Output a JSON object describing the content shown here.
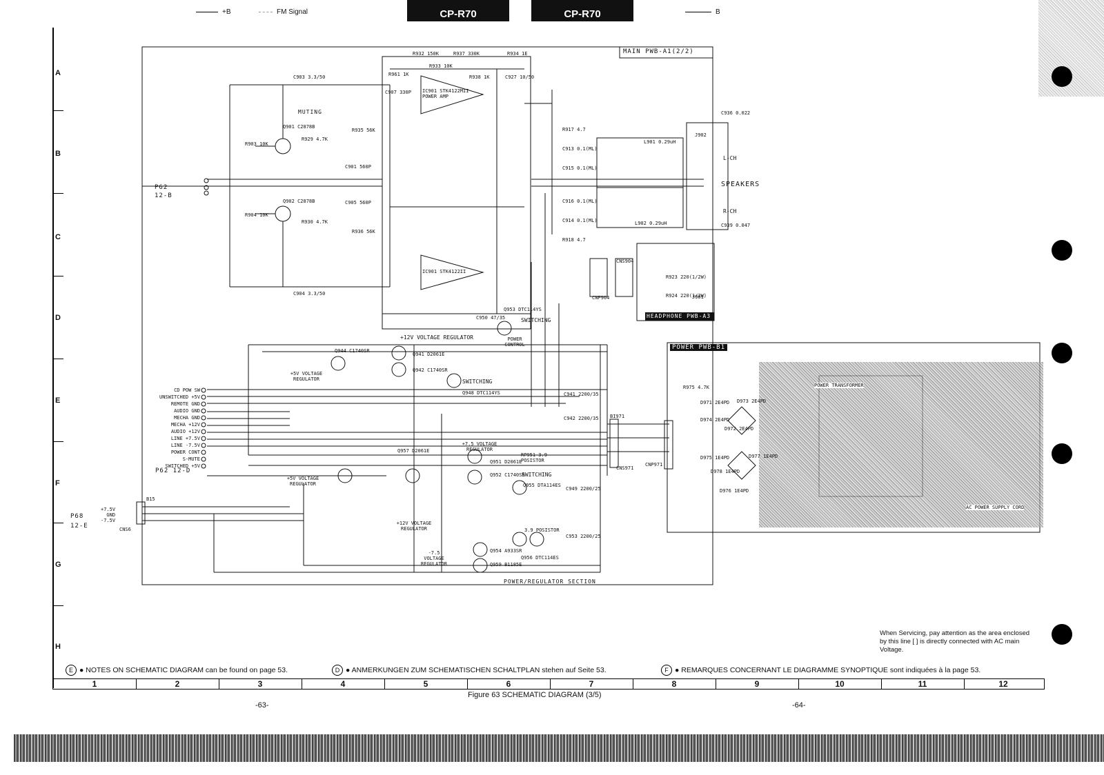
{
  "header": {
    "legend_b_plus": "+B",
    "legend_fm": "FM Signal",
    "legend_b": "B",
    "model_left": "CP-R70",
    "model_right": "CP-R70"
  },
  "frame": {
    "rows": [
      "A",
      "B",
      "C",
      "D",
      "E",
      "F",
      "G",
      "H"
    ],
    "columns": [
      "1",
      "2",
      "3",
      "4",
      "5",
      "6",
      "7",
      "8",
      "9",
      "10",
      "11",
      "12"
    ]
  },
  "diagram": {
    "main_board": "MAIN PWB-A1(2/2)",
    "power_board": "POWER PWB-B1",
    "headphone_board": "HEADPHONE PWB-A3",
    "section_label": "POWER/REGULATOR SECTION",
    "muting": "MUTING",
    "speakers": "SPEAKERS",
    "lch": "L-CH",
    "rch": "R-CH",
    "power_amp": "IC901 STK4122MII POWER AMP",
    "ic_lower": "IC901 STK4122II",
    "p62_top": "P62",
    "p62_top_ref": "12-B",
    "p62_bottom": "P62  12-D",
    "p68": "P68",
    "p68_ref": "12-E",
    "reg_12v": "+12V VOLTAGE REGULATOR",
    "reg_5v_a": "+5V VOLTAGE REGULATOR",
    "reg_5v_b": "+5V VOLTAGE REGULATOR",
    "reg_75v": "+7.5 VOLTAGE REGULATOR",
    "reg_12v_b": "+12V VOLTAGE REGULATOR",
    "reg_m75v": "-7.5 VOLTAGE REGULATOR",
    "switching_1": "SWITCHING",
    "switching_2": "SWITCHING",
    "switching_3": "SWITCHING",
    "power_control": "POWER CONTROL",
    "posistor_1": "RP951 3.9 POSISTOR",
    "posistor_2": "3.9 POSISTOR",
    "connector_labels": [
      "CD POW SW",
      "UNSWITCHED +5V",
      "REMOTE GND",
      "AUDIO GND",
      "MECHA GND",
      "MECHA +12V",
      "AUDIO +12V",
      "LINE +7.5V",
      "LINE -7.5V",
      "POWER CONT",
      "S-MUTE",
      "SWITCHED +5V"
    ],
    "p68_pins": [
      "+7.5V",
      "GND",
      "-7.5V"
    ],
    "power_transformer": "POWER TRANSFORMER",
    "ac_cord": "AC POWER SUPPLY CORD",
    "parts": [
      "R932 150K",
      "R937 330K",
      "R934 1E",
      "R933 10K",
      "R961 1K",
      "C907 330P",
      "C927 10/50",
      "R938 1K",
      "C903 3.3/50",
      "Q901 C2878B",
      "R929 4.7K",
      "R903 10K",
      "R935 56K",
      "C901 560P",
      "C905 560P",
      "Q902 C2878B",
      "R904 10K",
      "R930 4.7K",
      "R936 56K",
      "C904 3.3/50",
      "C913 0.1(ML)",
      "C915 0.1(ML)",
      "C916 0.1(ML)",
      "C914 0.1(ML)",
      "R917 4.7",
      "R918 4.7",
      "C936 0.022",
      "C939 0.047",
      "L901 0.29uH",
      "L902 0.29uH",
      "J902",
      "CNS904",
      "CNP904",
      "J901",
      "R923 220(1/2W)",
      "R924 220(1/2W)",
      "C941 2200/35",
      "C942 2200/35",
      "C950 47/35",
      "Q953 DTC114YS",
      "Q944 C1740SR",
      "Q941 D2061E",
      "Q942 C1740SR",
      "Q948 DTC114YS",
      "Q957 D2061E",
      "Q951 D2061E",
      "Q952 C1740SR",
      "Q955 DTA114ES",
      "C949 2200/25",
      "C953 2200/25",
      "Q954 A933SR",
      "Q956 DTC114ES",
      "Q959 B1185E",
      "R975 4.7K",
      "D971 2E4PD",
      "D973 2E4PD",
      "D972 2E4PD",
      "D974 2E4PD",
      "D975 1E4PD",
      "D977 1E4PD",
      "D976 1E4PD",
      "D978 1E4PD",
      "BI971",
      "CNS971",
      "CNP971",
      "B15",
      "CNS6"
    ]
  },
  "notes": {
    "service": "When Servicing, pay attention as the area enclosed by this line [        ] is directly connected with AC main Voltage.",
    "e_mark": "E",
    "e_text": "● NOTES ON SCHEMATIC DIAGRAM can be found on page 53.",
    "d_mark": "D",
    "d_text": "● ANMERKUNGEN ZUM SCHEMATISCHEN SCHALTPLAN stehen auf Seite 53.",
    "f_mark": "F",
    "f_text": "● REMARQUES CONCERNANT LE DIAGRAMME SYNOPTIQUE sont indiquées à la page 53."
  },
  "footer": {
    "caption": "Figure 63 SCHEMATIC DIAGRAM (3/5)",
    "page_left": "-63-",
    "page_right": "-64-"
  }
}
